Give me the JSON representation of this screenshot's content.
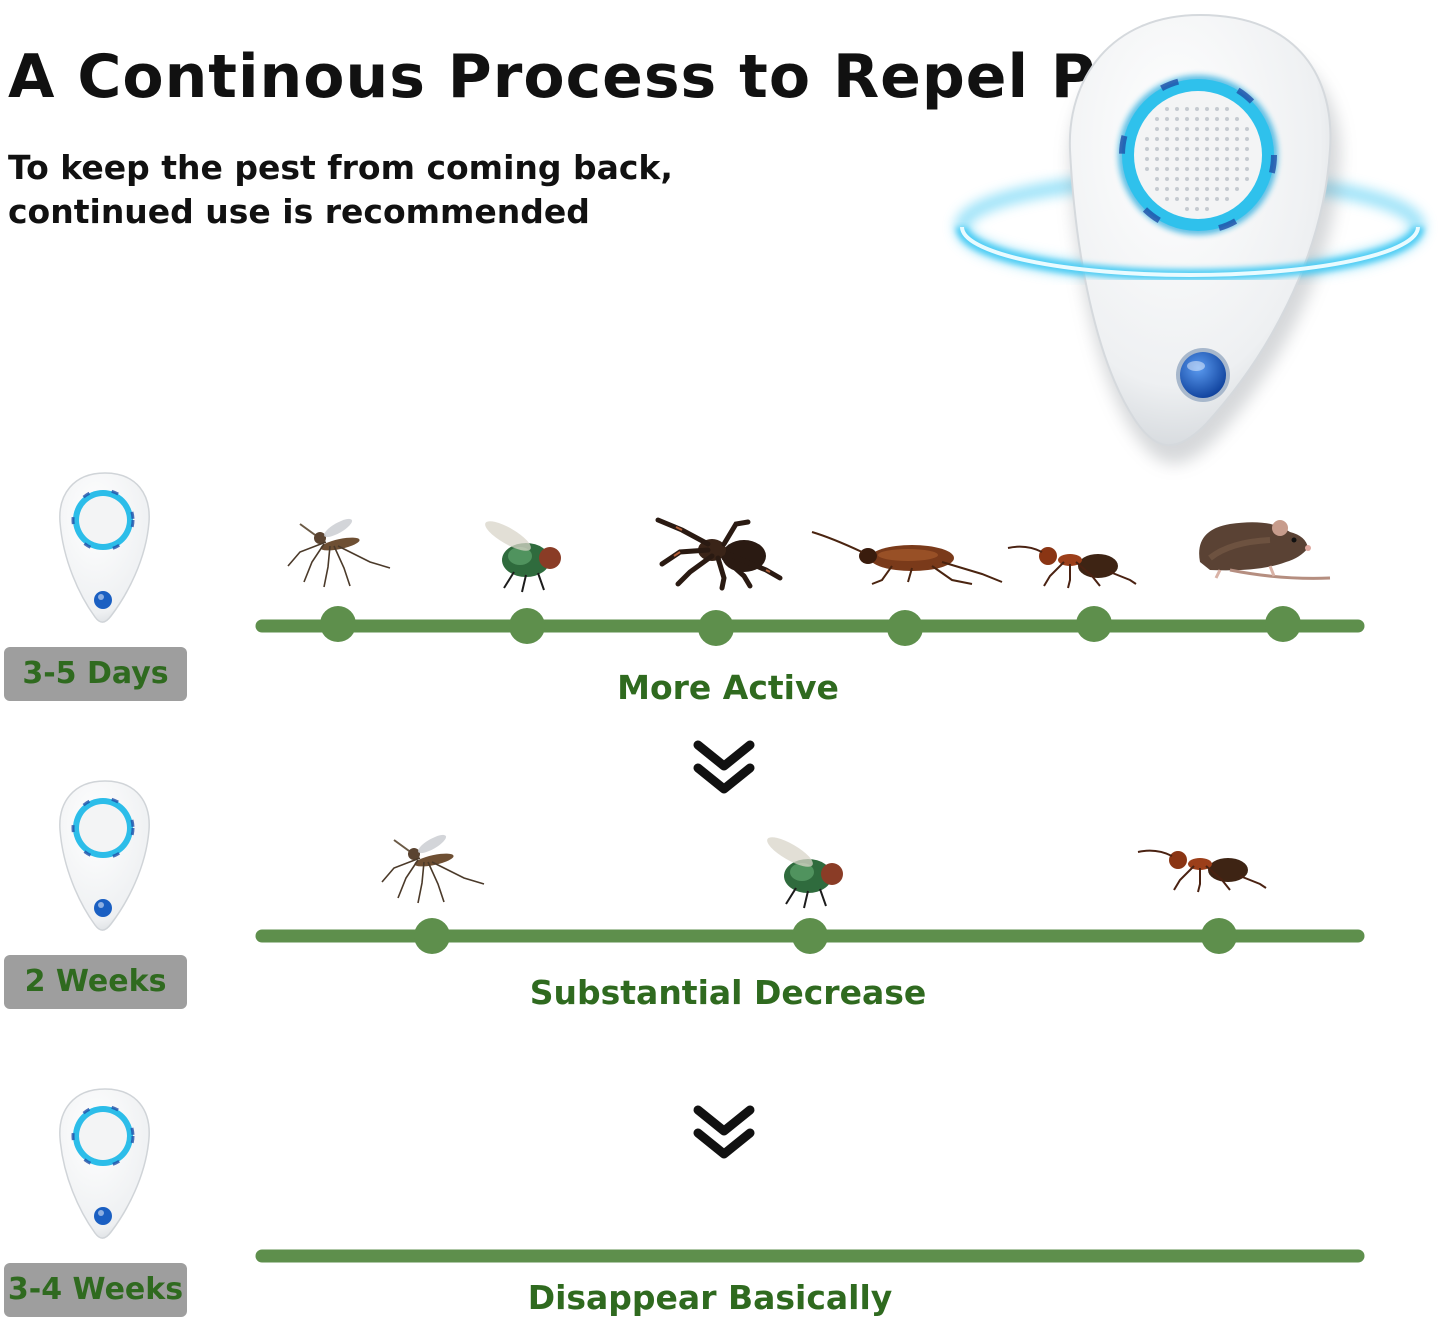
{
  "header": {
    "title": "A Continous Process to Repel Pest",
    "subtitle_line1": "To keep the pest from coming back,",
    "subtitle_line2": "continued use is recommended"
  },
  "colors": {
    "green": "#5e8f4c",
    "label_green": "#2f6a1f",
    "badge_gray": "#9e9e9e",
    "glow_blue": "#37c4ee",
    "button_blue": "#1a5fc2"
  },
  "stages": [
    {
      "badge": "3-5 Days",
      "label": "More Active",
      "pests": [
        "mosquito-icon",
        "fly-icon",
        "spider-icon",
        "cockroach-icon",
        "ant-icon",
        "rat-icon"
      ]
    },
    {
      "badge": "2 Weeks",
      "label": "Substantial Decrease",
      "pests": [
        "mosquito-icon",
        "fly-icon",
        "ant-icon"
      ]
    },
    {
      "badge": "3-4 Weeks",
      "label": "Disappear Basically",
      "pests": []
    }
  ]
}
